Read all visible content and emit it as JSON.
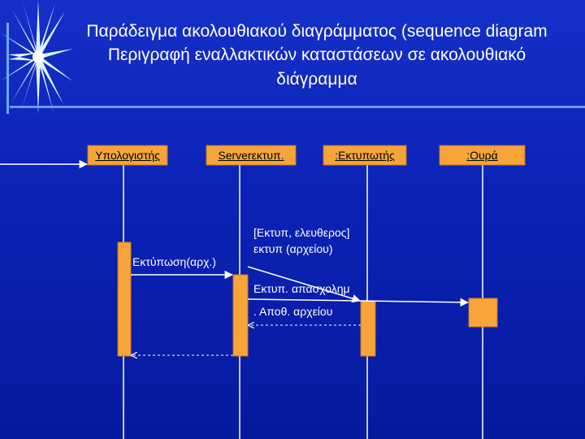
{
  "title": {
    "line1": "Παράδειγμα ακολουθιακού διαγράμματος (sequence diagram",
    "line2": "Περιγραφή εναλλακτικών καταστάσεων σε ακολουθιακό",
    "line3": "διάγραμμα"
  },
  "objects": [
    {
      "label": "Υπολογιστής"
    },
    {
      "label": "Serverεκτυπ."
    },
    {
      "label": ":Εκτυπωτής"
    },
    {
      "label": ":Ουρά"
    }
  ],
  "messages": {
    "print_call": "Εκτύπωση(αρχ.)",
    "guard_line1": "[Εκτυπ, ελευθερος]",
    "guard_line2": "εκτυπ (αρχείου)",
    "alt_line1": "Εκτυπ. απασχολημ",
    "alt_line2": ". Αποθ. αρχείου"
  },
  "colors": {
    "background": "#0b22b5",
    "box_fill": "#f7a53a",
    "box_border": "#c8741a",
    "line": "#ffffff",
    "text": "#ffffff",
    "object_text": "#000000"
  }
}
